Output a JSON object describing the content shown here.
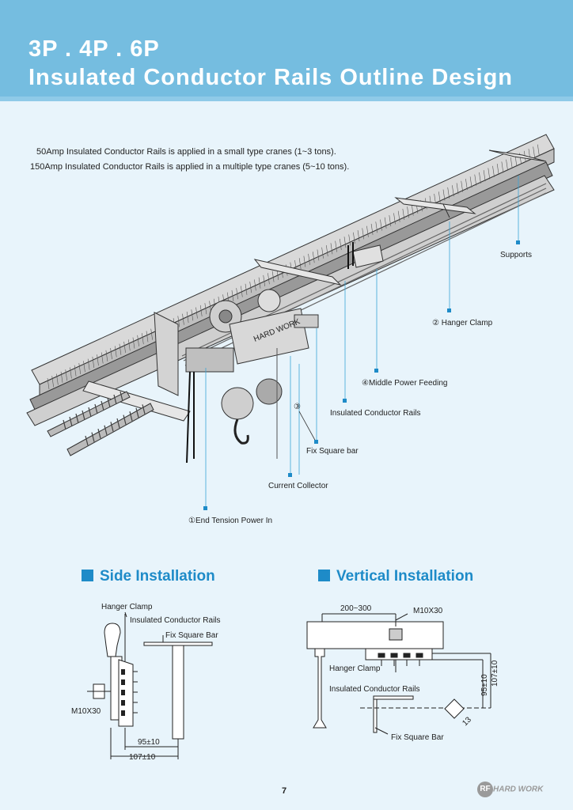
{
  "header": {
    "title_line1": "3P . 4P . 6P",
    "title_line2": "Insulated Conductor Rails Outline Design"
  },
  "intro": {
    "line1": "50Amp Insulated Conductor Rails is applied in a small type cranes (1~3 tons).",
    "line2": "150Amp Insulated Conductor Rails is applied in a multiple type cranes (5~10 tons)."
  },
  "callouts": {
    "supports": "Supports",
    "hanger_clamp": "② Hanger Clamp",
    "middle_power": "④Middle Power Feeding",
    "rails": "Insulated Conductor Rails",
    "number3": "③",
    "fix_square": "Fix Square bar",
    "collector": "Current Collector",
    "end_tension": "①End Tension Power In"
  },
  "main_figure": {
    "badge_text": "HARD WORK"
  },
  "side_installation": {
    "heading": "Side Installation",
    "hanger_clamp": "Hanger Clamp",
    "rails": "Insulated Conductor Rails",
    "fix_bar": "Fix Square Bar",
    "bolt": "M10X30",
    "dim_95": "95±10",
    "dim_107": "107±10"
  },
  "vertical_installation": {
    "heading": "Vertical Installation",
    "span": "200~300",
    "bolt": "M10X30",
    "hanger_clamp": "Hanger Clamp",
    "rails": "Insulated Conductor Rails",
    "fix_bar": "Fix Square Bar",
    "dim_95": "95±10",
    "dim_107": "107±10",
    "dim_13": "13"
  },
  "footer": {
    "page_number": "7",
    "brand_mark": "RF",
    "brand_text": "HARD WORK"
  },
  "colors": {
    "accent": "#1e8bc8",
    "header": "#75bde0",
    "leader": "#3aa6d8"
  }
}
